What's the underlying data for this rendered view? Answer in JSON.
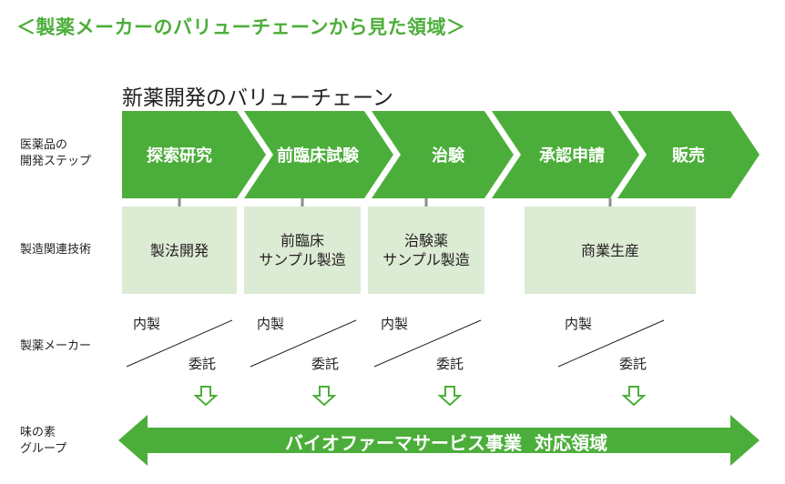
{
  "heading": "＜製薬メーカーのバリューチェーンから見た領域＞",
  "subheading": "新薬開発のバリューチェーン",
  "row_labels": {
    "steps": "医薬品の\n開発ステップ",
    "tech": "製造関連技術",
    "maker": "製薬メーカー",
    "group": "味の素\nグループ"
  },
  "steps": [
    "探索研究",
    "前臨床試験",
    "治験",
    "承認申請",
    "販売"
  ],
  "manufacturing": [
    "製法開発",
    "前臨床\nサンプル製造",
    "治験薬\nサンプル製造",
    "商業生産"
  ],
  "maker_split": {
    "inhouse": "内製",
    "outsourced": "委託"
  },
  "banner": "バイオファーマサービス事業  対応領域",
  "colors": {
    "accent_green": "#4cae3a",
    "box_fill": "#dcebd4",
    "connector": "#8c8c8c"
  }
}
